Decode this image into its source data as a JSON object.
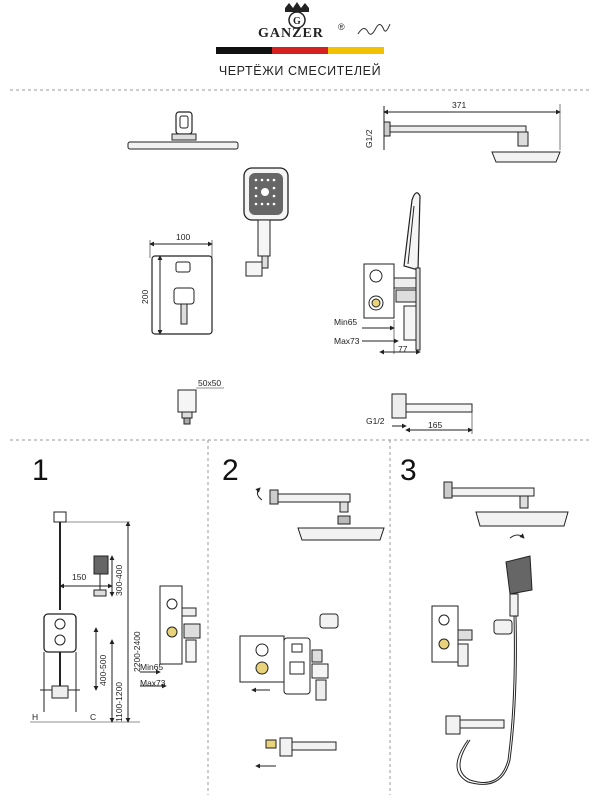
{
  "brand": {
    "name": "GANZER",
    "registered": "®",
    "flag_colors": [
      "#111111",
      "#d61f1f",
      "#f2c200"
    ]
  },
  "title": "ЧЕРТЁЖИ СМЕСИТЕЛЕЙ",
  "drawings": {
    "shower_arm_length": "371",
    "shower_arm_thread": "G1/2",
    "panel_width": "100",
    "panel_height": "200",
    "min_depth": "Min65",
    "max_depth": "Max73",
    "side_depth": "77",
    "connector_size": "50x50",
    "spout_thread": "G1/2",
    "spout_length": "165"
  },
  "steps": {
    "step1": {
      "number": "1",
      "dim_150": "150",
      "dim_300_400": "300-400",
      "dim_2200_2400": "2200-2400",
      "dim_400_500": "400-500",
      "dim_1100_1200": "1100-1200",
      "min_depth": "Min65",
      "max_depth": "Max73",
      "hot": "H",
      "cold": "C"
    },
    "step2": {
      "number": "2"
    },
    "step3": {
      "number": "3"
    }
  }
}
